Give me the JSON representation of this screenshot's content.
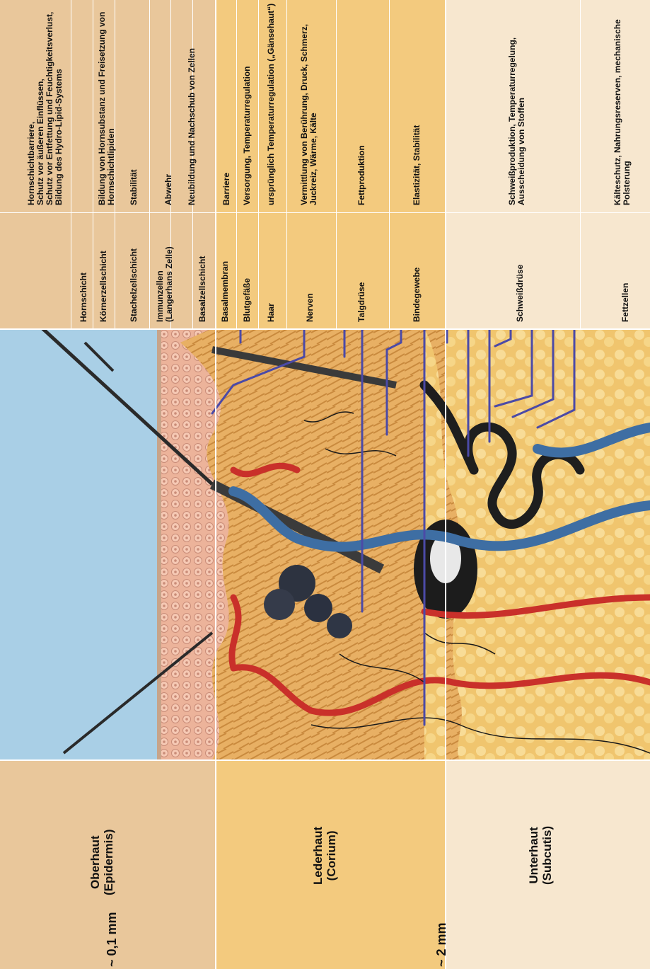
{
  "layers": {
    "epidermis": {
      "name": "Oberhaut",
      "latin": "(Epidermis)"
    },
    "corium": {
      "name": "Lederhaut",
      "latin": "(Corium)"
    },
    "subcutis": {
      "name": "Unterhaut",
      "latin": "(Subcutis)"
    }
  },
  "scales": {
    "epidermis_depth": "~ 0,1 mm",
    "corium_depth": "~ 2 mm"
  },
  "structures": [
    {
      "label": "Hornschicht",
      "function": [
        "Hornschichtbarriere,",
        "Schutz vor äußeren Einflüssen,",
        "Schutz vor Entfettung und Feuchtigkeitsverlust,",
        "Bildung des Hydro-Lipid-Systems"
      ]
    },
    {
      "label": "Körnerzellschicht",
      "function": [
        "Bildung von Hornsubstanz und Freisetzung von",
        "Hornschichtlipiden"
      ]
    },
    {
      "label": "Stachelzellschicht",
      "function": [
        "Stabilität"
      ]
    },
    {
      "label": [
        "Immunzellen",
        "(Langerhans Zelle)"
      ],
      "function": [
        "Abwehr"
      ]
    },
    {
      "label": "Basalzellschicht",
      "function": [
        "Neubildung und Nachschub von Zellen"
      ]
    },
    {
      "label": "Basalmembran",
      "function": [
        "Barriere"
      ]
    },
    {
      "label": "Blutgefäße",
      "function": [
        "Versorgung, Temperaturregulation"
      ]
    },
    {
      "label": "Haar",
      "function": [
        "ursprünglich Temperaturregulation („Gänsehaut“)"
      ]
    },
    {
      "label": "Nerven",
      "function": [
        "Vermittlung von Berührung, Druck, Schmerz,",
        "Juckreiz, Wärme, Kälte"
      ]
    },
    {
      "label": "Talgdrüse",
      "function": [
        "Fettproduktion"
      ]
    },
    {
      "label": "Bindegewebe",
      "function": [
        "Elastizität, Stabilität"
      ]
    },
    {
      "label": "Schweißdrüse",
      "function": [
        "Schweißproduktion, Temperaturregelung,",
        "Ausscheidung von Stoffen"
      ]
    },
    {
      "label": "Fettzellen",
      "function": [
        "Kälteschutz, Nahrungsreserven, mechanische",
        "Polsterung"
      ]
    }
  ],
  "colors": {
    "epidermis_band": "#e9c79b",
    "corium_band": "#f3ca7e",
    "subcutis_band": "#f7e7cf",
    "pointer_lines": "#4b4aa7",
    "sky": "#a9cfe6"
  }
}
